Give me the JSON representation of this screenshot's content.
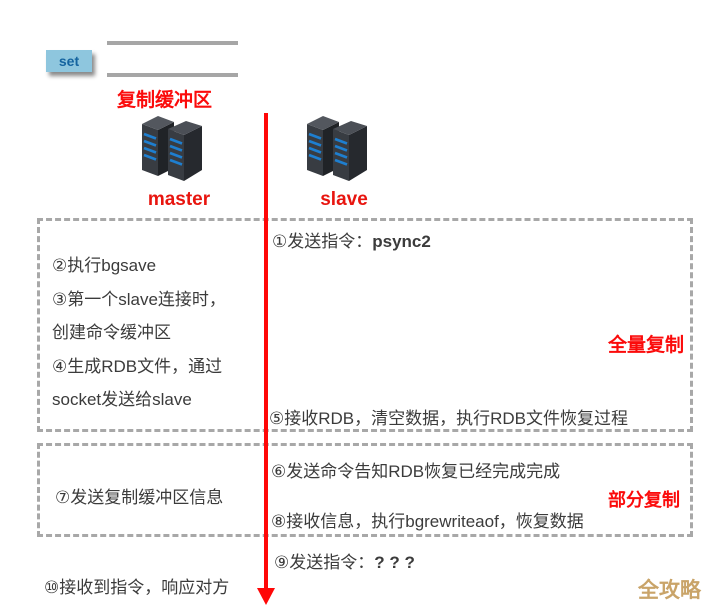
{
  "colors": {
    "accent_red": "#ff0707",
    "label_red": "#fb0b0b",
    "dash_gray": "#a8a8a8",
    "buffer_gray": "#a6a6a6",
    "set_button_bg": "#8ec6de",
    "set_button_text": "#1464a0",
    "server_blue_stripe": "#1e7fd0",
    "watermark_gold": "#c9a469",
    "body_text": "#3b3b3b"
  },
  "legend": {
    "set_button": "set",
    "buffer_label": "复制缓冲区"
  },
  "nodes": {
    "master_label": "master",
    "slave_label": "slave",
    "server_icon": "server-stack-icon"
  },
  "full_replication": {
    "tag": "全量复制",
    "step1_prefix": "①发送指令：",
    "step1_command": "psync2",
    "master_lines": [
      "②执行bgsave",
      "③第一个slave连接时，",
      "创建命令缓冲区",
      "④生成RDB文件，通过",
      "socket发送给slave"
    ],
    "step5": "⑤接收RDB，清空数据，执行RDB文件恢复过程"
  },
  "partial_replication": {
    "tag": "部分复制",
    "step6": "⑥发送命令告知RDB恢复已经完成完成",
    "step7": "⑦发送复制缓冲区信息",
    "step8": "⑧接收信息，执行bgrewriteaof，恢复数据"
  },
  "handshake": {
    "step9_prefix": "⑨发送指令：",
    "step9_command": "? ? ?",
    "step10": "⑩接收到指令，响应对方"
  },
  "watermark": "全攻略"
}
